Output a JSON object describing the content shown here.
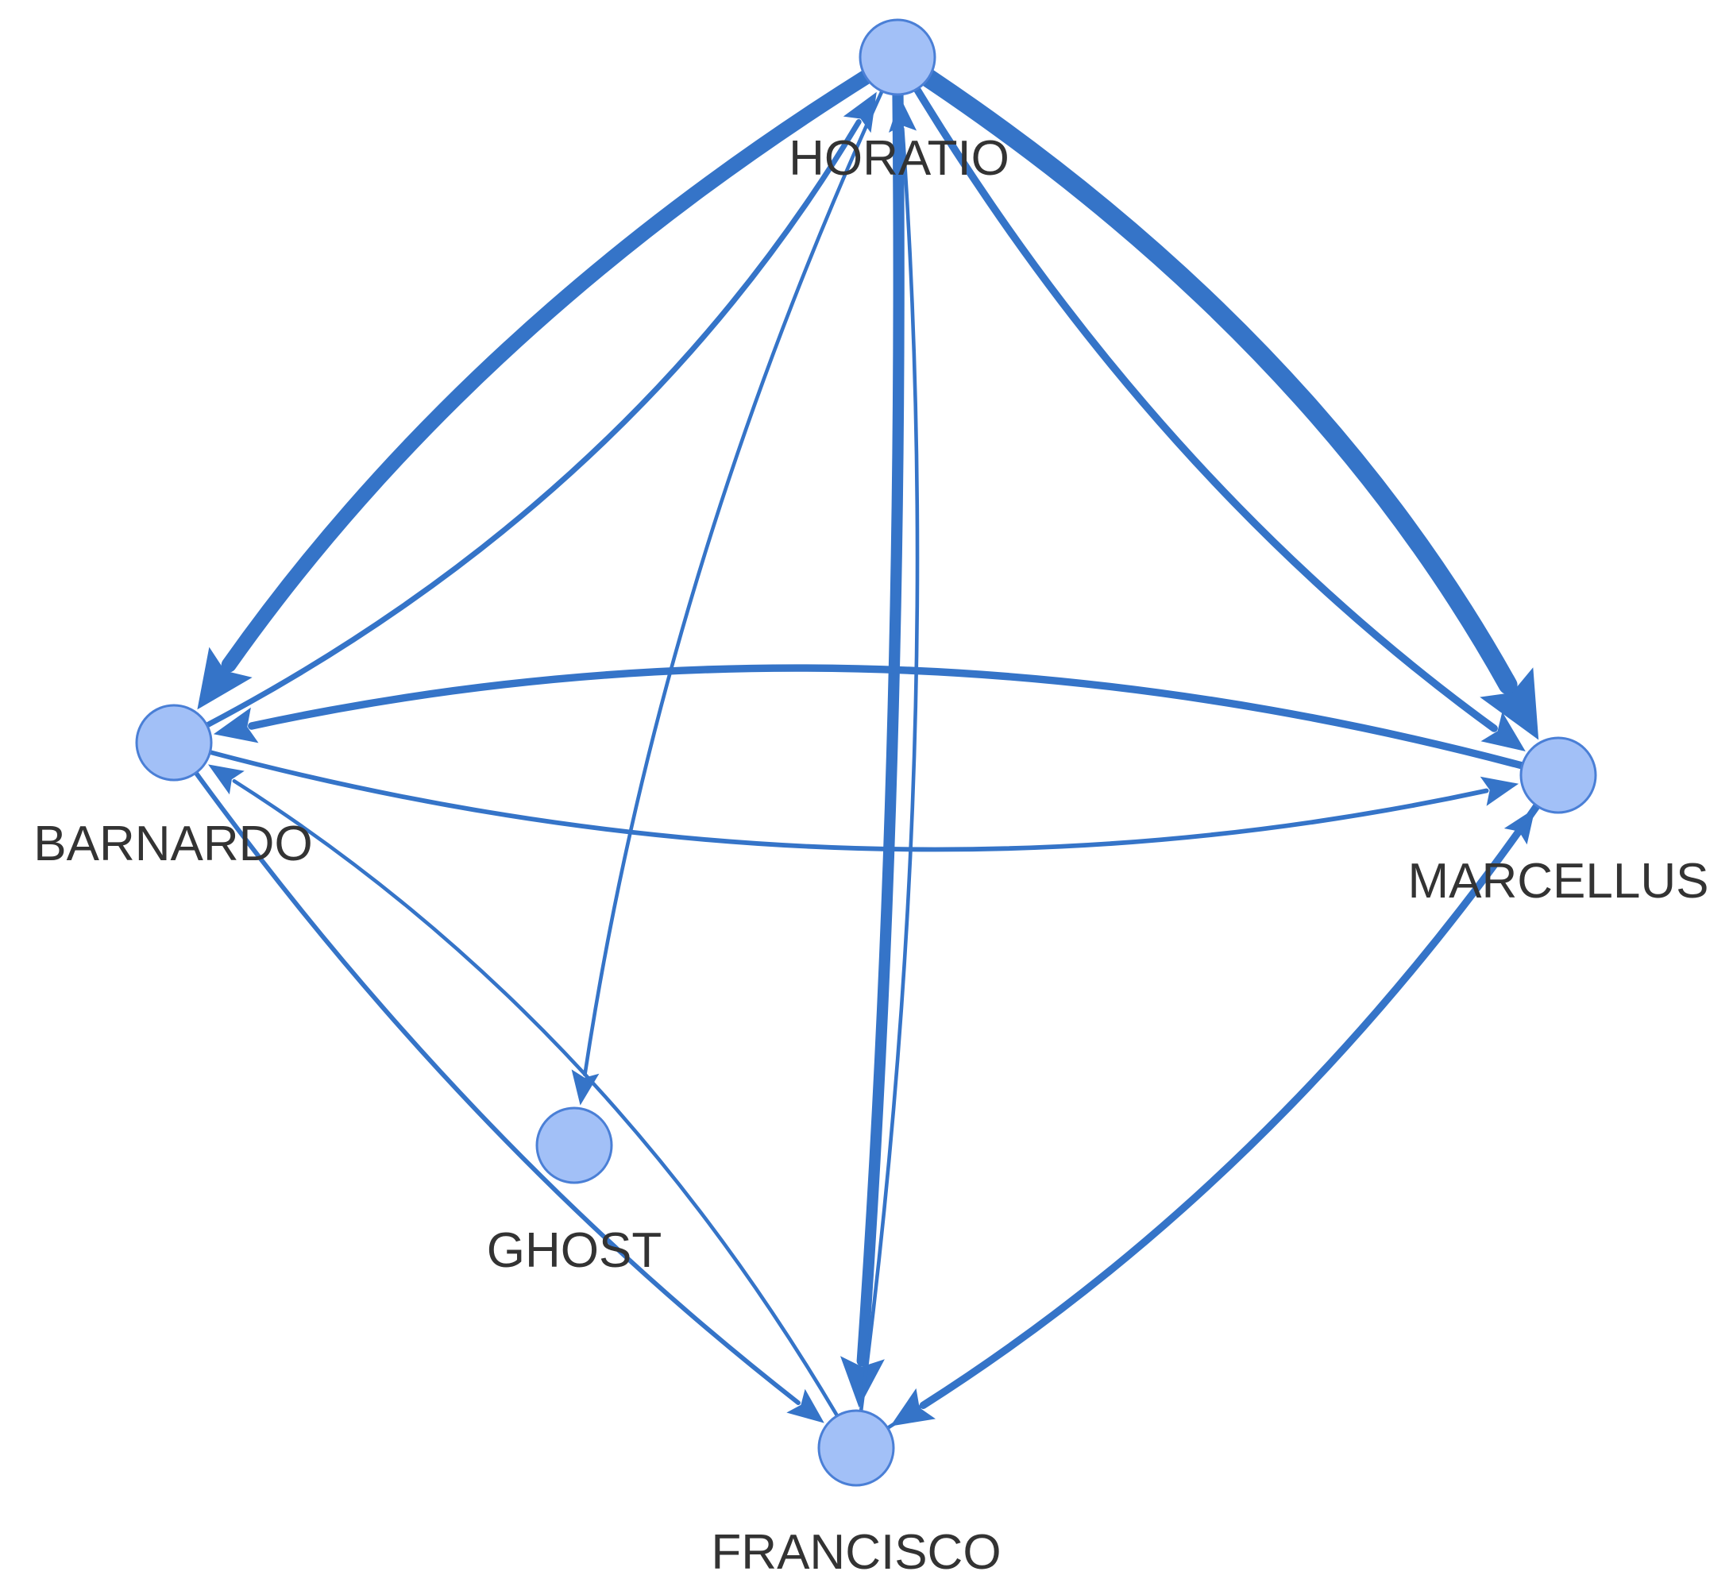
{
  "colors": {
    "edge": "#3574c8",
    "node_fill": "#a2c0f7",
    "node_stroke": "#4a7fd6",
    "label": "#333333"
  },
  "nodes": [
    {
      "id": "horatio",
      "label": "HORATIO"
    },
    {
      "id": "barnardo",
      "label": "BARNARDO"
    },
    {
      "id": "marcellus",
      "label": "MARCELLUS"
    },
    {
      "id": "ghost",
      "label": "GHOST"
    },
    {
      "id": "francisco",
      "label": "FRANCISCO"
    }
  ],
  "edges": [
    {
      "from": "horatio",
      "to": "marcellus",
      "weight": 9
    },
    {
      "from": "horatio",
      "to": "barnardo",
      "weight": 7
    },
    {
      "from": "horatio",
      "to": "francisco",
      "weight": 5
    },
    {
      "from": "horatio",
      "to": "marcellus",
      "weight": 3
    },
    {
      "from": "horatio",
      "to": "ghost",
      "weight": 1
    },
    {
      "from": "barnardo",
      "to": "horatio",
      "weight": 2
    },
    {
      "from": "francisco",
      "to": "horatio",
      "weight": 1
    },
    {
      "from": "barnardo",
      "to": "marcellus",
      "weight": 1.5
    },
    {
      "from": "marcellus",
      "to": "barnardo",
      "weight": 3
    },
    {
      "from": "barnardo",
      "to": "francisco",
      "weight": 1.5
    },
    {
      "from": "francisco",
      "to": "barnardo",
      "weight": 1
    },
    {
      "from": "francisco",
      "to": "marcellus",
      "weight": 1
    },
    {
      "from": "marcellus",
      "to": "francisco",
      "weight": 3
    }
  ]
}
